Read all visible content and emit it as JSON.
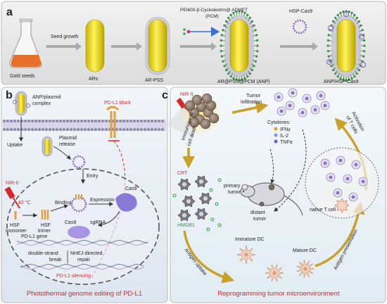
{
  "panels": {
    "a": {
      "letter": "a",
      "labels": {
        "gold_seeds": "Gold seeds",
        "seed_growth": "Seed growth",
        "ars": "ARs",
        "ar_pss": "AR-PSS",
        "pcm_line1": "PEI600-β-Cyclodextrin@ ADMET",
        "pcm_line2": "(PCM)",
        "ar_pss_pcm": "AR@PSS@PCM (ANP)",
        "hsp_cas9": "HSP-Cas9",
        "anp_hsp_cas9": "ANP/HSP-Cas9"
      }
    },
    "b": {
      "letter": "b",
      "labels": {
        "complex_line1": "ANP/plasmid",
        "complex_line2": "complex",
        "pdl1_block": "PD-L1 block",
        "uptake": "Uptake",
        "plasmid_release_1": "Plasmid",
        "plasmid_release_2": "release",
        "entry": "Entry",
        "nir_ii": "NIR-II",
        "temp": "42 °C",
        "binding": "Binding",
        "expression": "Expression",
        "cas9": "Cas9",
        "cas9_2": "Cas9",
        "hsf_monomer_1": "HSF",
        "hsf_monomer_2": "monomer",
        "hsf_trimer_1": "HSF",
        "hsf_trimer_2": "trimer",
        "sgrna": "sgRNA",
        "pdl1_gene": "PD-L1 gene",
        "dsb_1": "double-strand",
        "dsb_2": "break",
        "nhej_1": "NHEJ-directed",
        "nhej_2": "repair",
        "silencing": "PD-L1 silencing",
        "footer": "Photothermal genome editing of PD-L1"
      }
    },
    "c": {
      "letter": "c",
      "labels": {
        "nir_ii": "NIR-II",
        "tumor_infiltration_1": "Tumor",
        "tumor_infiltration_2": "infiltration",
        "activation_1": "Activation",
        "activation_2": "of T cells",
        "cytokines": "Cytokines:",
        "ifn": "IFNγ",
        "il2": "IL-2",
        "tnf": "TNFα",
        "icd_1": "Immunogenic",
        "icd_2": "cell death",
        "crt": "CRT",
        "primary_tumor_1": "primary",
        "primary_tumor_2": "tumor",
        "distant_tumor_1": "distant",
        "distant_tumor_2": "tumor",
        "native_t_cell": "native T cell",
        "hmgb1": "HMGB1",
        "immature_dc": "Immature DC",
        "mature_dc": "Mature DC",
        "antigen_uptake": "Antigen uptake",
        "antigen_presentation": "Antigen presentation",
        "footer": "Reprogramming tumor microenvironment"
      }
    }
  },
  "colors": {
    "arrow_gold": "#c9a02a",
    "rod_yellow": "#f2e21a",
    "red_text": "#d6262b",
    "green_text": "#2a9a3a",
    "panel_a_bg": "#e6e6e6",
    "panel_b_bg": "#e9eef5",
    "panel_c_bg": "#e8f1f7",
    "cytokine_ifn": "#e0a030",
    "cytokine_il2": "#7a9ae0",
    "cytokine_tnf": "#6a5ad0"
  }
}
